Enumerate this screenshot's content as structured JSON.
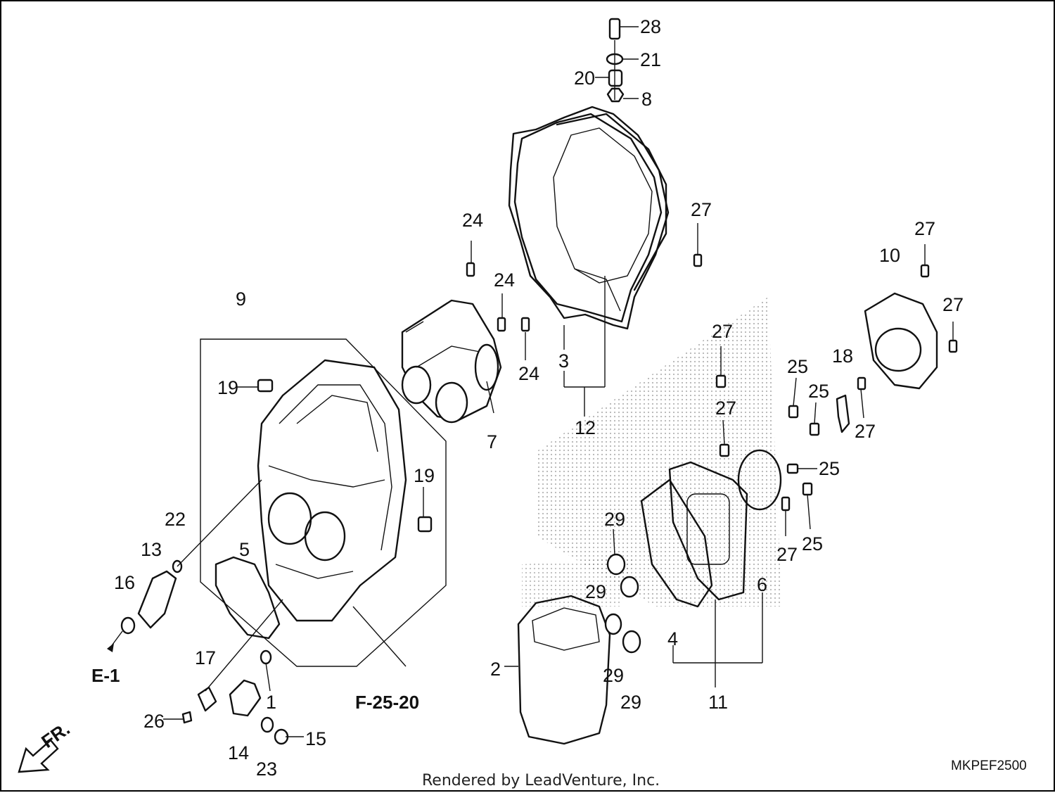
{
  "diagram": {
    "drawing_code": "MKPEF2500",
    "credit": "Rendered by LeadVenture, Inc.",
    "front_arrow_label": "FR.",
    "references": {
      "e1": "E-1",
      "f2520": "F-25-20"
    },
    "callouts": {
      "c1": "1",
      "c2": "2",
      "c3": "3",
      "c4": "4",
      "c5": "5",
      "c6": "6",
      "c7": "7",
      "c8": "8",
      "c9": "9",
      "c10": "10",
      "c11": "11",
      "c12": "12",
      "c13": "13",
      "c14": "14",
      "c15": "15",
      "c16": "16",
      "c17": "17",
      "c18": "18",
      "c19": "19",
      "c20": "20",
      "c21": "21",
      "c22": "22",
      "c23": "23",
      "c24": "24",
      "c25": "25",
      "c26": "26",
      "c27": "27",
      "c28": "28",
      "c29": "29"
    }
  }
}
